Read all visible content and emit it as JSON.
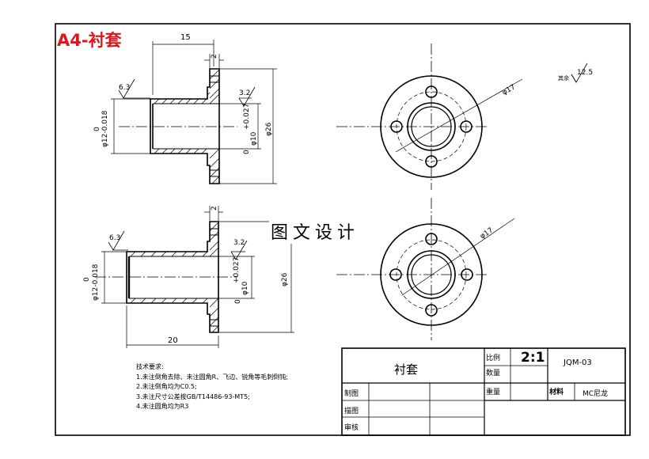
{
  "sheet_title": "A4-衬套",
  "watermark": "图文设计",
  "title_block": {
    "part_name": "衬套",
    "scale_label": "比例",
    "scale": "2:1",
    "drawing_no": "JQM-03",
    "quantity_label": "数量",
    "weight_label": "重量",
    "material_label": "材料",
    "material": "MC尼龙",
    "drawn_label": "制图",
    "traced_label": "描图",
    "checked_label": "审核"
  },
  "notes": [
    "技术要求:",
    "1.未注倒角去除、未注圆角R、飞边、锐角等毛刺倒钝;",
    "2.未注倒角均为C0.5;",
    "3.未注尺寸公差按GB/T14486-93-MT5;",
    "4.未注圆角均为R3"
  ],
  "roughness_other": "其余",
  "dimensions": {
    "top_length": "15",
    "top_flange_thk": "2",
    "top_ra_left": "6.3",
    "top_ra_right": "3.2",
    "top_bore_zero": "0",
    "top_bore": "φ12-0.018",
    "top_inner_tol": "+0.027",
    "top_inner_zero": "0",
    "top_inner": "φ10",
    "top_outer": "φ26",
    "top_pcd": "φ17",
    "roughness_general": "12.5",
    "bot_flange_thk": "2",
    "bot_ra_left": "6.3",
    "bot_ra_right": "3.2",
    "bot_bore_zero": "0",
    "bot_bore": "φ12-0.018",
    "bot_inner_tol": "+0.027",
    "bot_inner_zero": "0",
    "bot_inner": "φ10",
    "bot_outer": "φ26",
    "bot_length": "20",
    "bot_pcd": "φ17"
  }
}
